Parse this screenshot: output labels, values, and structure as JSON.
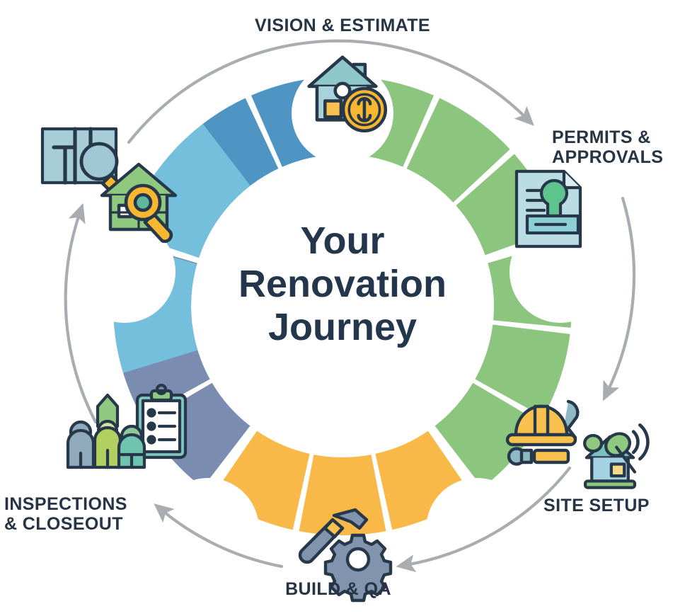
{
  "center": {
    "title": "Your\nRenovation\nJourney",
    "title_color": "#23364b"
  },
  "stages": [
    {
      "id": "vision-estimate",
      "label": "VISION & ESTIMATE",
      "color": "#8cc57e",
      "icon": "house-with-dollar-coin-icon"
    },
    {
      "id": "permits-approvals",
      "label": "PERMITS &\nAPPROVALS",
      "color": "#8cc57e",
      "icon": "document-with-stamp-icon"
    },
    {
      "id": "site-setup",
      "label": "SITE SETUP",
      "color": "#f9b949",
      "icon": "hard-hat-and-wrench-icon"
    },
    {
      "id": "build-qa",
      "label": "BUILD & QA",
      "color": "#7a8caf",
      "icon": "hammer-and-gear-icon"
    },
    {
      "id": "inspections-closeout",
      "label": "INSPECTIONS\n& CLOSEOUT",
      "color": "#4e95c4",
      "icon": "clipboard-checklist-and-family-icon"
    }
  ],
  "extra_icons": [
    {
      "id": "floorplan-search",
      "name": "blueprint-with-magnifier-icon"
    },
    {
      "id": "home-inspection",
      "name": "green-house-with-magnifier-icon"
    },
    {
      "id": "smart-home-signal",
      "name": "house-with-signal-icon"
    }
  ],
  "palette": {
    "green": "#8cc57e",
    "orange": "#f9b949",
    "slate_blue": "#7a8caf",
    "medium_blue": "#4e95c4",
    "light_blue": "#74c0dc",
    "arrow_gray": "#a9adb1",
    "text_dark": "#263445",
    "background": "#ffffff"
  },
  "chart_data": {
    "type": "pie",
    "title": "Your Renovation Journey",
    "subtitle": "",
    "categories": [
      "VISION & ESTIMATE",
      "PERMITS & APPROVALS",
      "SITE SETUP",
      "BUILD & QA",
      "INSPECTIONS & CLOSEOUT"
    ],
    "values": [
      20,
      20,
      20,
      20,
      20
    ],
    "colors": [
      "#8cc57e",
      "#8cc57e",
      "#f9b949",
      "#7a8caf",
      "#4e95c4"
    ],
    "legend_position": "around-ring",
    "grid": false,
    "notes": "Donut ring of 5 equal stages, each stage split into 3 sub-wedges with white gaps; cycle direction clockwise from top."
  }
}
